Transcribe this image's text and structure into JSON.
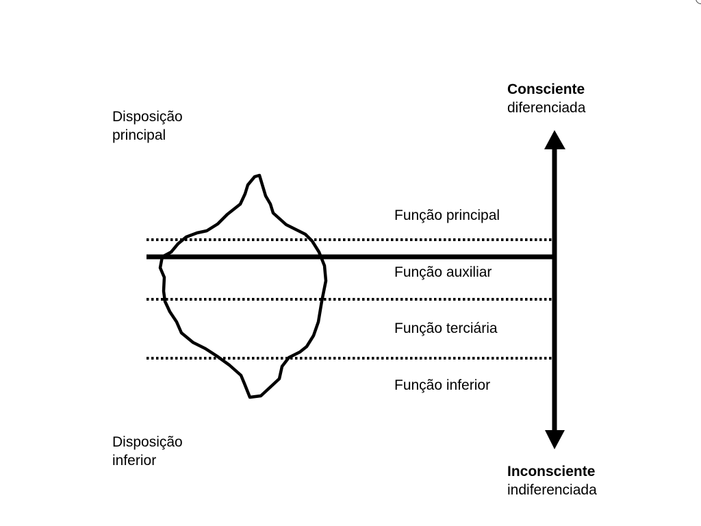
{
  "disposition": {
    "top_line1": "Disposição",
    "top_line2": "principal",
    "bottom_line1": "Disposição",
    "bottom_line2": "inferior"
  },
  "poles": {
    "top_title": "Consciente",
    "top_subtitle": "diferenciada",
    "bottom_title": "Inconsciente",
    "bottom_subtitle": "indiferenciada"
  },
  "functions": [
    "Função principal",
    "Função auxiliar",
    "Função terciária",
    "Função inferior"
  ],
  "colors": {
    "ink": "#000000",
    "background": "#ffffff"
  }
}
